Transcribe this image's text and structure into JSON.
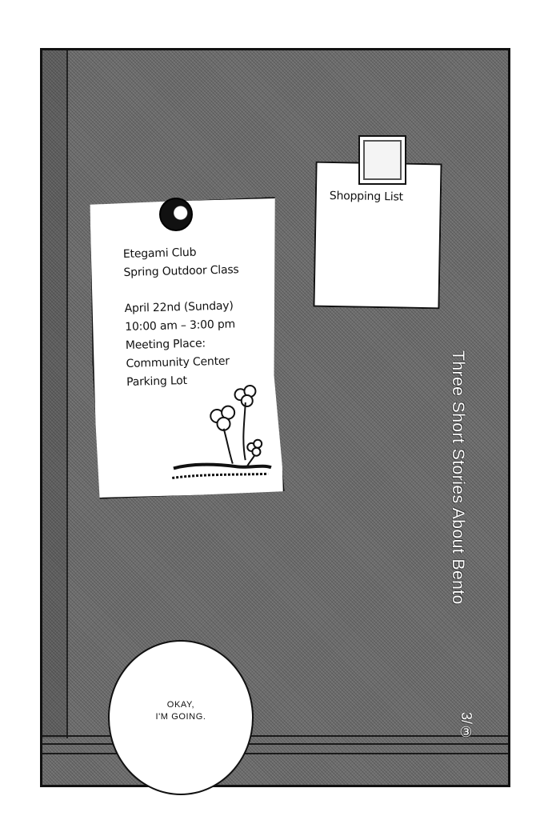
{
  "flyer": {
    "line1": "Etegami Club",
    "line2": "Spring Outdoor Class",
    "line3": "April 22nd (Sunday)",
    "line4": "10:00 am – 3:00 pm",
    "line5": "Meeting Place:",
    "line6": "Community Center",
    "line7": "Parking Lot"
  },
  "shopping_note": {
    "title": "Shopping List"
  },
  "title": {
    "vertical": "Three Short Stories About Bento",
    "chapter": "3/③"
  },
  "speech": {
    "line1": "OKAY,",
    "line2": "I'M GOING."
  }
}
